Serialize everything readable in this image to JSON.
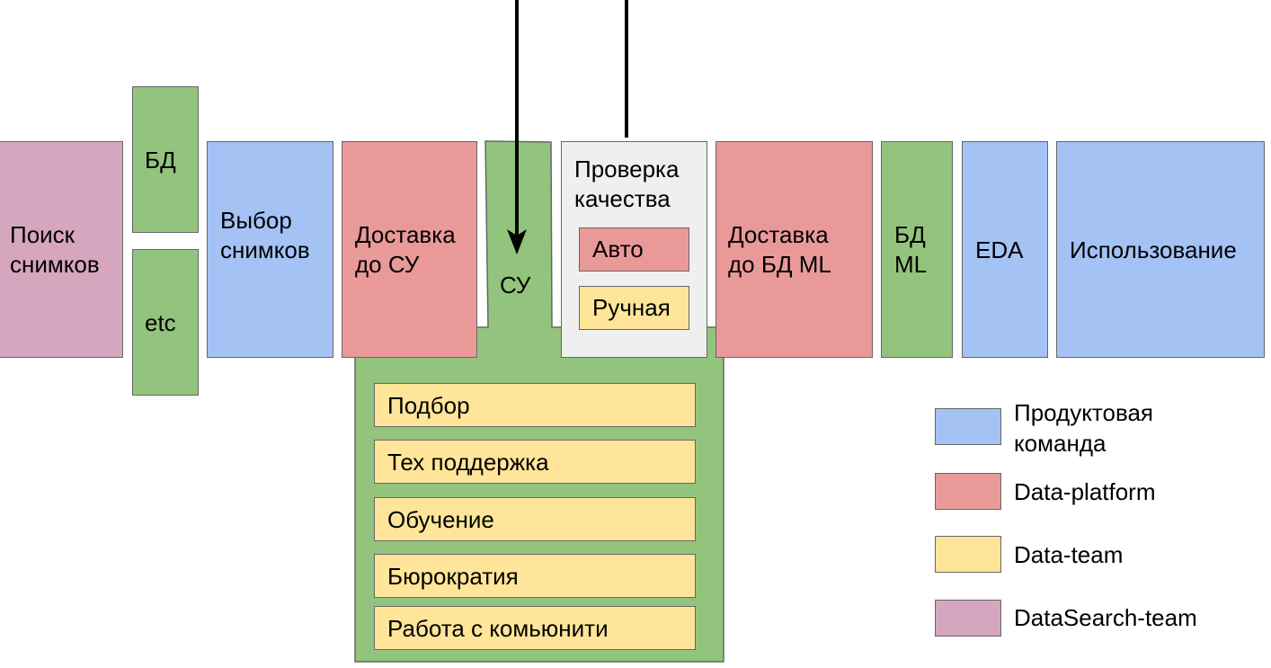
{
  "pipeline": {
    "search": "Поиск\nснимков",
    "db": "БД",
    "etc": "etc",
    "selection": "Выбор\nснимков",
    "delivery_su": "Доставка\nдо СУ",
    "su": "СУ",
    "quality_check": "Проверка\nкачества",
    "auto": "Авто",
    "manual": "Ручная",
    "delivery_ml": "Доставка\nдо БД ML",
    "db_ml": "БД\nML",
    "eda": "EDA",
    "usage": "Использование"
  },
  "su_tasks": [
    "Подбор",
    "Тех поддержка",
    "Обучение",
    "Бюрократия",
    "Работа с комьюнити"
  ],
  "legend": [
    {
      "label": "Продуктовая\nкоманда",
      "color": "#a4c2f4"
    },
    {
      "label": "Data-platform",
      "color": "#ea9999"
    },
    {
      "label": "Data-team",
      "color": "#ffe599"
    },
    {
      "label": "DataSearch-team",
      "color": "#d5a6bd"
    }
  ],
  "colors": {
    "product": "#a4c2f4",
    "data_platform": "#ea9999",
    "data_team": "#ffe599",
    "datasearch": "#d5a6bd",
    "su_green": "#93c47d",
    "quality_gray": "#efefef"
  }
}
